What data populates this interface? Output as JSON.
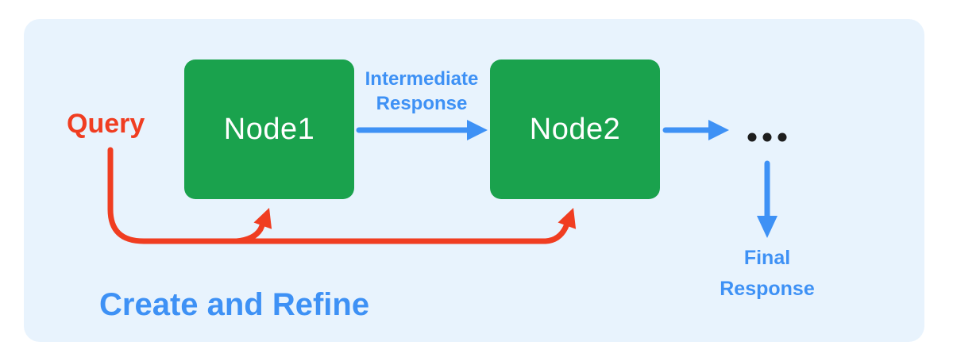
{
  "diagram": {
    "title": "Create and Refine",
    "query_label": "Query",
    "nodes": [
      {
        "label": "Node1"
      },
      {
        "label": "Node2"
      }
    ],
    "edge_labels": {
      "intermediate": {
        "line1": "Intermediate",
        "line2": "Response"
      },
      "final": {
        "line1": "Final",
        "line2": "Response"
      }
    },
    "ellipsis": "...",
    "colors": {
      "card_background": "#e8f3fd",
      "page_background": "#ffffff",
      "node_green": "#1aa24d",
      "node_text": "#ffffff",
      "arrow_blue": "#3e91f5",
      "label_blue": "#3e91f5",
      "query_red": "#f03d21",
      "ellipsis_dots": "#1e1e1e"
    }
  }
}
